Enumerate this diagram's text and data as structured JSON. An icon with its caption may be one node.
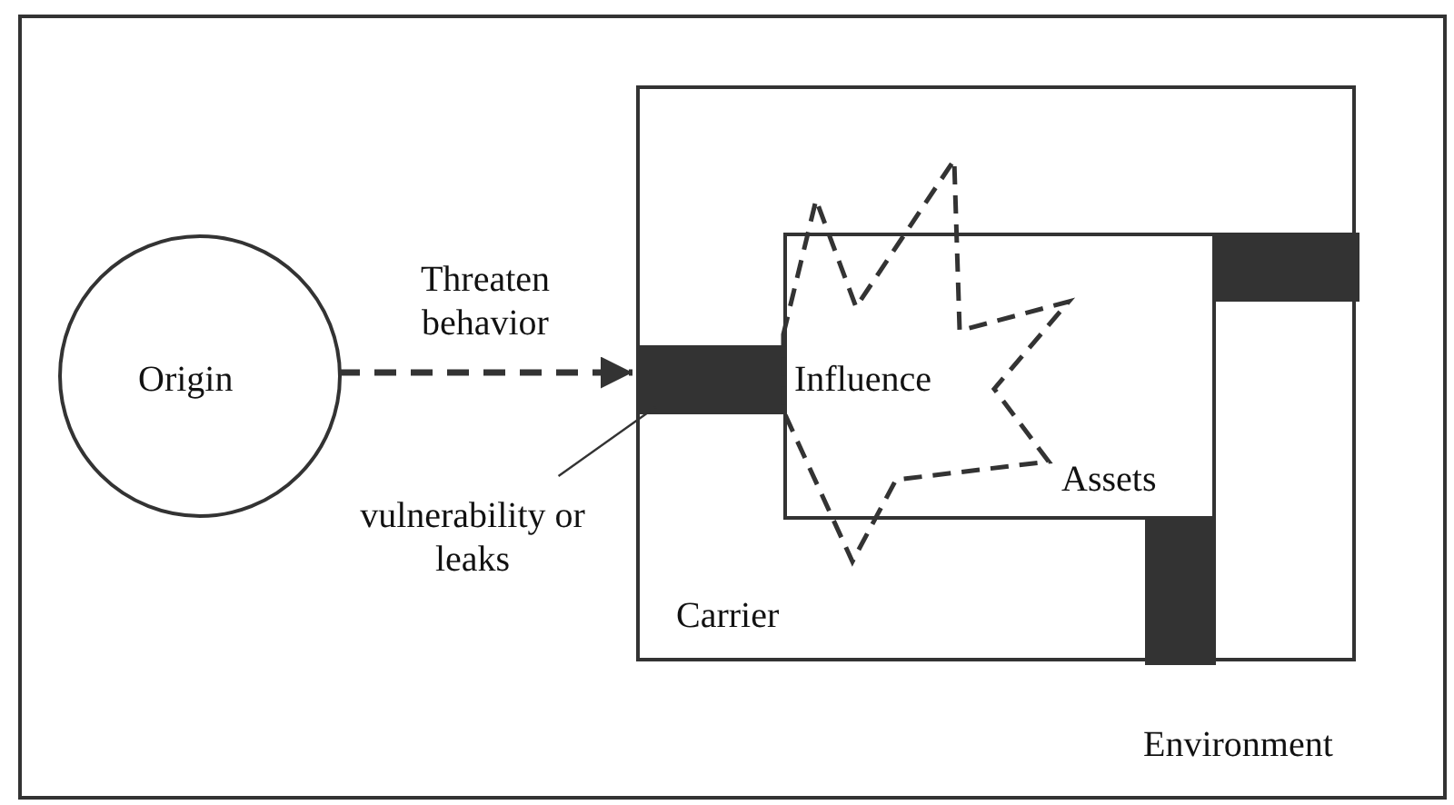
{
  "diagram": {
    "nodes": [
      {
        "text": [
          "Environment"
        ]
      },
      {
        "text": [
          "Origin"
        ],
        "in": 0
      },
      {
        "text": [
          "Carrier"
        ],
        "in": 0
      },
      {
        "text": [],
        "shape": "bar",
        "in": 2
      },
      {
        "text": [
          "Assets"
        ],
        "in": 2
      },
      {
        "text": [
          "Influence"
        ],
        "in": 2
      },
      {
        "text": [],
        "shape": "bar",
        "in": 2
      },
      {
        "text": [],
        "shape": "bar",
        "in": 2
      },
      {
        "text": [
          "vulnerability or leaks"
        ],
        "in": 0
      }
    ],
    "edges": [
      {
        "from": 1,
        "to": 3,
        "arrow": "to",
        "style": "dashed",
        "label": "Threaten behavior"
      },
      {
        "from": 8,
        "to": 3,
        "arrow": "none"
      }
    ]
  }
}
